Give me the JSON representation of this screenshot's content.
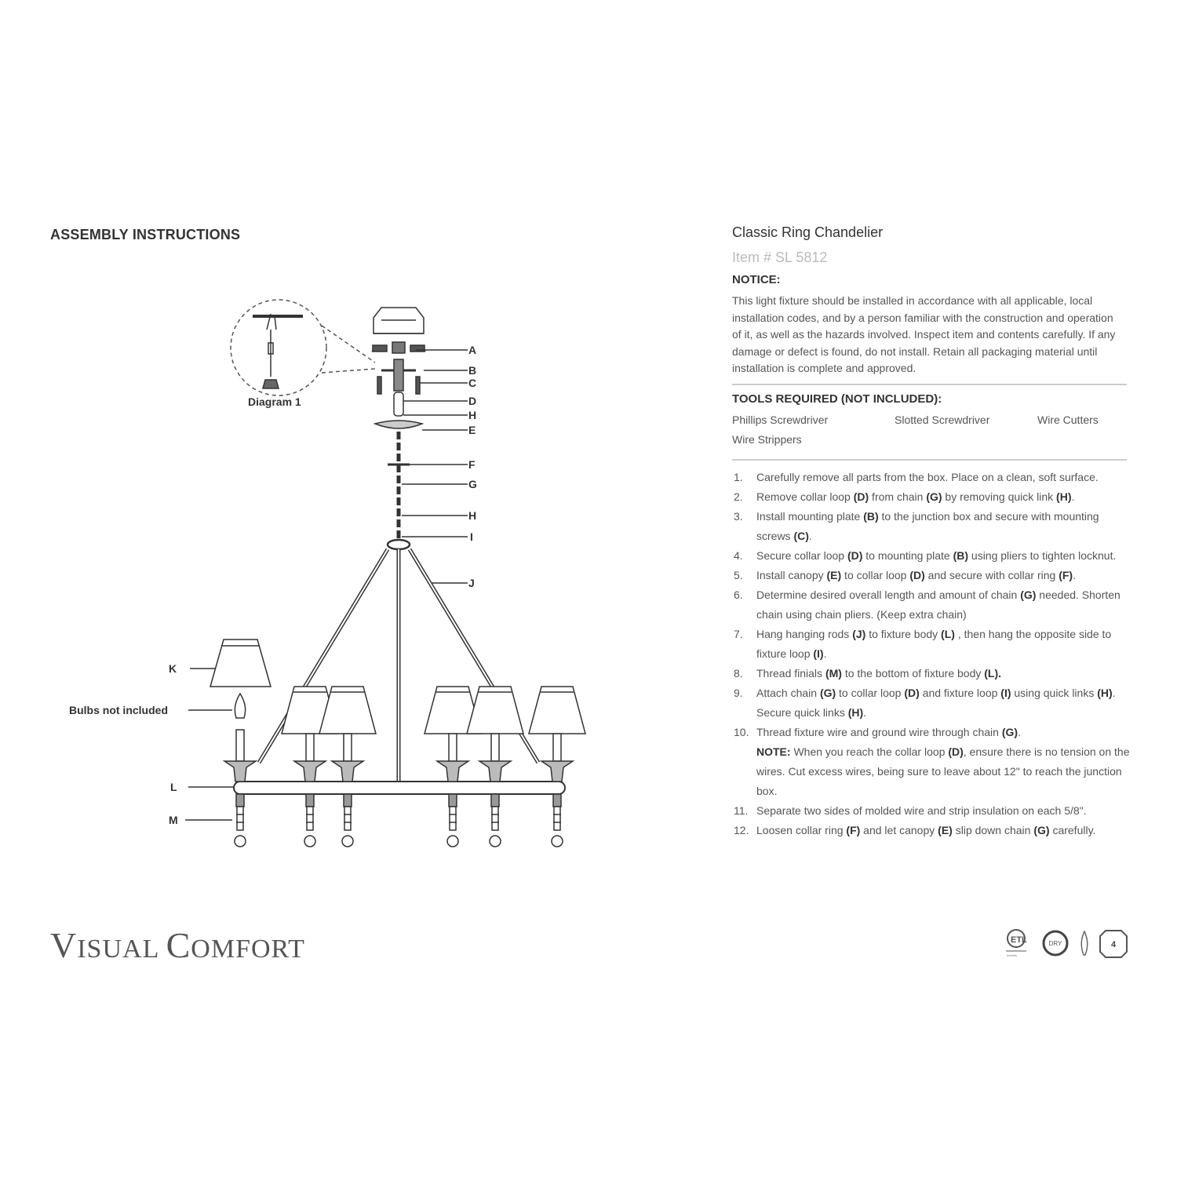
{
  "assembly_title": "ASSEMBLY INSTRUCTIONS",
  "product": {
    "name": "Classic Ring Chandelier",
    "item_number": "Item # SL 5812"
  },
  "notice": {
    "heading": "NOTICE:",
    "body": "This light fixture should be installed in accordance with all applicable, local installation codes, and by a person familiar with the construction and operation of it, as well as the hazards involved. Inspect item and contents carefully. If any damage or defect is found, do not install. Retain all packaging material until installation is complete and approved."
  },
  "tools": {
    "heading": "TOOLS REQUIRED (NOT INCLUDED):",
    "items": [
      "Phillips Screwdriver",
      "Slotted Screwdriver",
      "Wire Cutters",
      "Wire Strippers"
    ]
  },
  "steps": [
    {
      "num": "1.",
      "segments": [
        {
          "t": "Carefully remove all parts from the box. Place on a clean, soft surface."
        }
      ]
    },
    {
      "num": "2.",
      "segments": [
        {
          "t": "Remove collar loop "
        },
        {
          "t": "(D)",
          "b": true
        },
        {
          "t": " from chain "
        },
        {
          "t": "(G)",
          "b": true
        },
        {
          "t": " by removing quick link "
        },
        {
          "t": "(H)",
          "b": true
        },
        {
          "t": "."
        }
      ]
    },
    {
      "num": "3.",
      "segments": [
        {
          "t": "Install mounting plate "
        },
        {
          "t": "(B)",
          "b": true
        },
        {
          "t": " to the junction box and secure with mounting screws "
        },
        {
          "t": "(C)",
          "b": true
        },
        {
          "t": "."
        }
      ]
    },
    {
      "num": "4.",
      "segments": [
        {
          "t": "Secure collar loop "
        },
        {
          "t": "(D)",
          "b": true
        },
        {
          "t": " to mounting plate "
        },
        {
          "t": "(B)",
          "b": true
        },
        {
          "t": " using pliers to tighten locknut."
        }
      ]
    },
    {
      "num": "5.",
      "segments": [
        {
          "t": "Install canopy "
        },
        {
          "t": "(E)",
          "b": true
        },
        {
          "t": " to collar loop "
        },
        {
          "t": "(D)",
          "b": true
        },
        {
          "t": " and secure with collar ring "
        },
        {
          "t": "(F)",
          "b": true
        },
        {
          "t": "."
        }
      ]
    },
    {
      "num": "6.",
      "segments": [
        {
          "t": "Determine desired overall length and amount of chain "
        },
        {
          "t": "(G)",
          "b": true
        },
        {
          "t": " needed. Shorten chain using chain pliers. (Keep extra chain)"
        }
      ]
    },
    {
      "num": "7.",
      "segments": [
        {
          "t": "Hang hanging rods "
        },
        {
          "t": "(J)",
          "b": true
        },
        {
          "t": " to fixture body "
        },
        {
          "t": "(L)",
          "b": true
        },
        {
          "t": " , then hang the opposite side to fixture loop "
        },
        {
          "t": "(I)",
          "b": true
        },
        {
          "t": "."
        }
      ]
    },
    {
      "num": "8.",
      "segments": [
        {
          "t": "Thread finials "
        },
        {
          "t": "(M)",
          "b": true
        },
        {
          "t": " to the bottom of fixture body "
        },
        {
          "t": "(L).",
          "b": true
        }
      ]
    },
    {
      "num": "9.",
      "segments": [
        {
          "t": "Attach chain "
        },
        {
          "t": "(G)",
          "b": true
        },
        {
          "t": " to collar loop "
        },
        {
          "t": "(D)",
          "b": true
        },
        {
          "t": " and  fixture loop "
        },
        {
          "t": "(I)",
          "b": true
        },
        {
          "t": " using quick links "
        },
        {
          "t": "(H)",
          "b": true
        },
        {
          "t": ". Secure quick links "
        },
        {
          "t": "(H)",
          "b": true
        },
        {
          "t": "."
        }
      ]
    },
    {
      "num": "10.",
      "segments": [
        {
          "t": "Thread fixture wire and ground wire through chain "
        },
        {
          "t": "(G)",
          "b": true
        },
        {
          "t": "."
        }
      ],
      "note": [
        {
          "t": "NOTE:",
          "b": true
        },
        {
          "t": " When you reach the collar loop "
        },
        {
          "t": "(D)",
          "b": true
        },
        {
          "t": ", ensure there is no tension on the wires. Cut excess wires, being sure to leave about 12\" to reach the junction box."
        }
      ]
    },
    {
      "num": "11.",
      "segments": [
        {
          "t": "Separate two sides of molded wire and strip insulation on each 5/8\"."
        }
      ]
    },
    {
      "num": "12.",
      "segments": [
        {
          "t": "Loosen collar ring "
        },
        {
          "t": "(F)",
          "b": true
        },
        {
          "t": " and let canopy "
        },
        {
          "t": "(E)",
          "b": true
        },
        {
          "t": " slip down chain "
        },
        {
          "t": "(G)",
          "b": true
        },
        {
          "t": " carefully."
        }
      ]
    }
  ],
  "diagram": {
    "inset_label": "Diagram 1",
    "bulbs_note": "Bulbs not included",
    "parts": {
      "A": "A",
      "B": "B",
      "C": "C",
      "D": "D",
      "H1": "H",
      "E": "E",
      "F": "F",
      "G": "G",
      "H2": "H",
      "I": "I",
      "J": "J",
      "K": "K",
      "L": "L",
      "M": "M"
    }
  },
  "brand": {
    "logo_text": "Visual Comfort"
  },
  "certifications": {
    "etl": "ETL Intertek",
    "dry": "DRY",
    "bulb_count": "4"
  }
}
